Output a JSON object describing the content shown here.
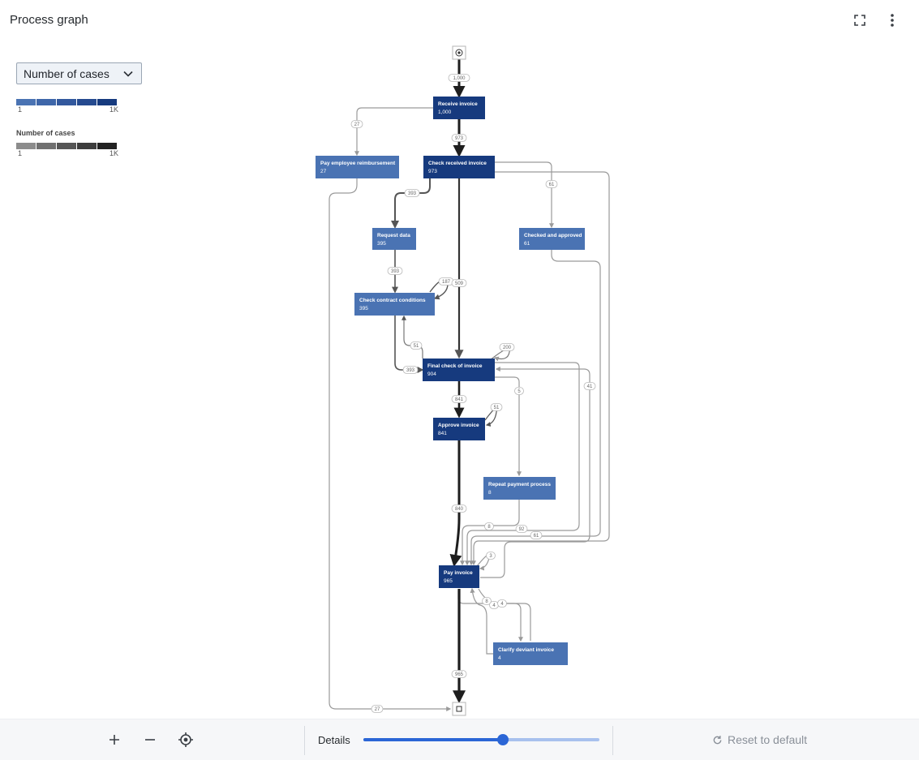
{
  "header": {
    "title": "Process graph",
    "fullscreen_icon": "fullscreen-icon",
    "menu_icon": "more-vertical-icon"
  },
  "metric_selector": {
    "value": "Number of cases"
  },
  "legend": {
    "node_scale": {
      "colors": [
        "#4a73b3",
        "#3e66a9",
        "#32589d",
        "#254a8f",
        "#163a7e"
      ],
      "min_label": "1",
      "max_label": "1K"
    },
    "edge_scale": {
      "title": "Number of cases",
      "colors": [
        "#8c8c8c",
        "#707070",
        "#565656",
        "#3d3d3d",
        "#222222"
      ],
      "min_label": "1",
      "max_label": "1K"
    }
  },
  "graph": {
    "start_icon": "start-node-icon",
    "end_icon": "end-node-icon",
    "nodes": [
      {
        "id": "receive",
        "label": "Receive invoice",
        "count": "1,000"
      },
      {
        "id": "pay_emp",
        "label": "Pay employee reimbursement",
        "count": "27"
      },
      {
        "id": "check_recv",
        "label": "Check received invoice",
        "count": "973"
      },
      {
        "id": "request",
        "label": "Request data",
        "count": "395"
      },
      {
        "id": "checked",
        "label": "Checked and approved",
        "count": "61"
      },
      {
        "id": "contract",
        "label": "Check contract conditions",
        "count": "395"
      },
      {
        "id": "final",
        "label": "Final check of invoice",
        "count": "904"
      },
      {
        "id": "approve",
        "label": "Approve invoice",
        "count": "841"
      },
      {
        "id": "repeat",
        "label": "Repeat payment process",
        "count": "8"
      },
      {
        "id": "pay",
        "label": "Pay invoice",
        "count": "965"
      },
      {
        "id": "clarify",
        "label": "Clarify deviant invoice",
        "count": "4"
      }
    ],
    "edge_labels": [
      "1,000",
      "27",
      "973",
      "393",
      "61",
      "393",
      "187",
      "509",
      "51",
      "393",
      "200",
      "841",
      "51",
      "5",
      "41",
      "840",
      "8",
      "92",
      "61",
      "3",
      "8",
      "4",
      "4",
      "965",
      "27"
    ]
  },
  "footer": {
    "zoom_in_icon": "plus-icon",
    "zoom_out_icon": "minus-icon",
    "recenter_icon": "crosshair-icon",
    "details_label": "Details",
    "details_level": 0.59,
    "reset_label": "Reset to default",
    "reset_icon": "refresh-icon"
  }
}
